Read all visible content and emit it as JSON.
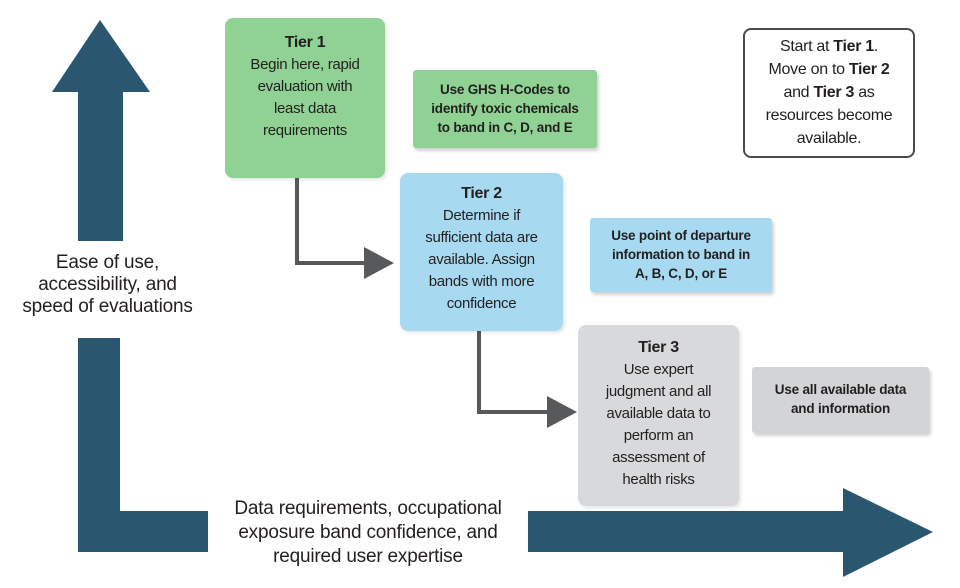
{
  "palette": {
    "teal": "#2B5670",
    "green": "#8FD294",
    "blue": "#A7DAF1",
    "tier_gray": "#D7D9DA",
    "note_gray": "#D2D4D6",
    "connector": "#58595B",
    "note_border": "#4A4A4C",
    "text": "#231F20"
  },
  "axis": {
    "vertical_label": "Ease of use,\naccessibility, and\nspeed of evaluations",
    "horizontal_label": "Data requirements, occupational\nexposure band confidence, and\nrequired user expertise"
  },
  "tiers": [
    {
      "title": "Tier 1",
      "body": "Begin here, rapid\nevaluation with\nleast data\nrequirements",
      "note": "Use GHS H-Codes to\nidentify toxic chemicals\nto band in C, D, and E"
    },
    {
      "title": "Tier 2",
      "body": "Determine if\nsufficient data are\navailable. Assign\nbands with more\nconfidence",
      "note": "Use point of departure\ninformation to band in\nA, B, C, D, or E"
    },
    {
      "title": "Tier 3",
      "body": "Use expert\njudgment and all\navailable data to\nperform an\nassessment of\nhealth risks",
      "note": "Use all available data\nand information"
    }
  ],
  "guide_note": {
    "segments": [
      {
        "t": "Start at ",
        "b": false
      },
      {
        "t": "Tier 1",
        "b": true
      },
      {
        "t": ".\nMove on to ",
        "b": false
      },
      {
        "t": "Tier 2",
        "b": true
      },
      {
        "t": "\nand ",
        "b": false
      },
      {
        "t": "Tier 3",
        "b": true
      },
      {
        "t": " as\nresources become\navailable.",
        "b": false
      }
    ]
  }
}
